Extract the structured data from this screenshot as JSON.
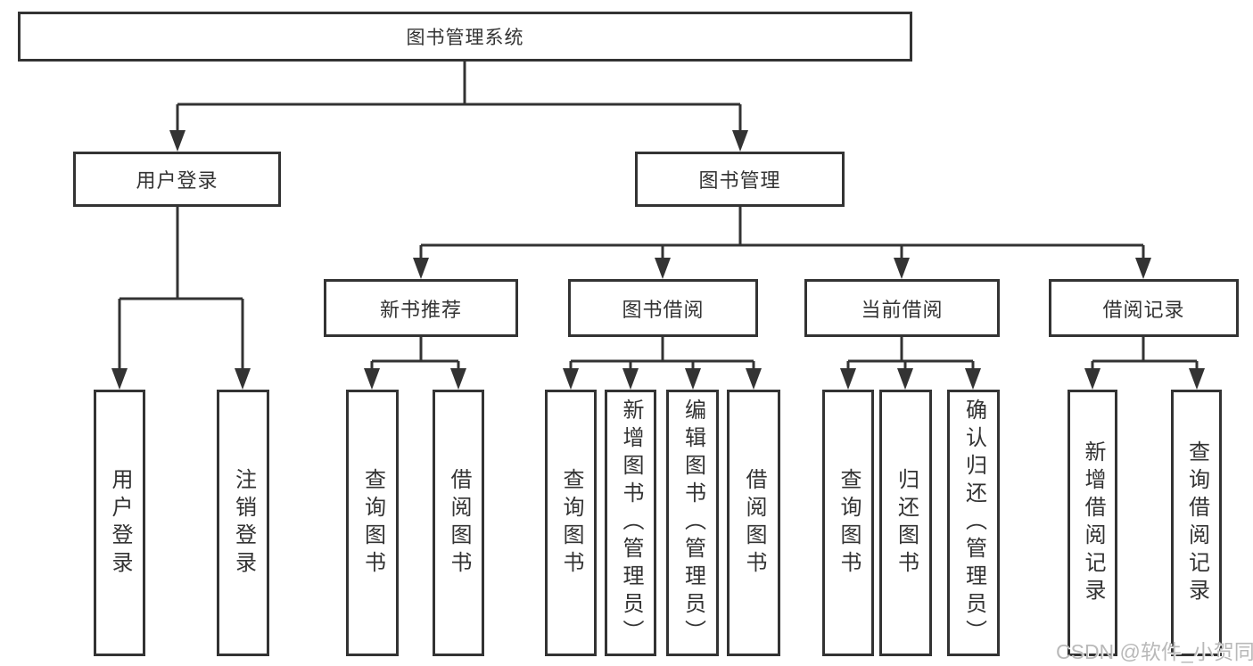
{
  "tree": {
    "label": "图书管理系统",
    "children": [
      {
        "label": "用户登录",
        "children": [
          {
            "label": "用户登录"
          },
          {
            "label": "注销登录"
          }
        ]
      },
      {
        "label": "图书管理",
        "children": [
          {
            "label": "新书推荐",
            "children": [
              {
                "label": "查询图书"
              },
              {
                "label": "借阅图书"
              }
            ]
          },
          {
            "label": "图书借阅",
            "children": [
              {
                "label": "查询图书"
              },
              {
                "label": "新增图书（管理员）"
              },
              {
                "label": "编辑图书（管理员）"
              },
              {
                "label": "借阅图书"
              }
            ]
          },
          {
            "label": "当前借阅",
            "children": [
              {
                "label": "查询图书"
              },
              {
                "label": "归还图书"
              },
              {
                "label": "确认归还（管理员）"
              }
            ]
          },
          {
            "label": "借阅记录",
            "children": [
              {
                "label": "新增借阅记录"
              },
              {
                "label": "查询借阅记录"
              }
            ]
          }
        ]
      }
    ]
  },
  "watermark": {
    "text": "CSDN @软件_小贺同学"
  },
  "colors": {
    "line": "#333333",
    "text": "#333333",
    "box_background": "#ffffff",
    "watermark": "#b9b9b9"
  }
}
